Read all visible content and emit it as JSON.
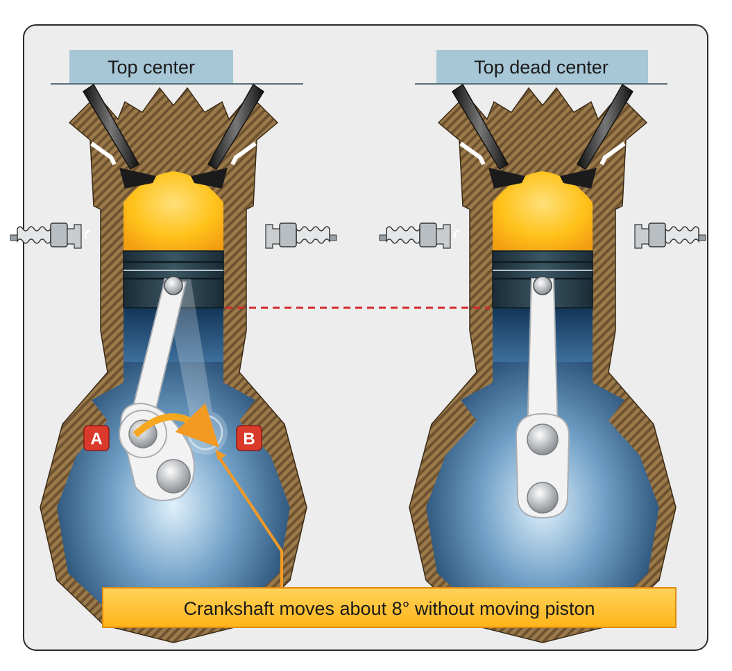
{
  "panels": [
    {
      "title": "Top center"
    },
    {
      "title": "Top dead center"
    }
  ],
  "markers": {
    "a": "A",
    "b": "B"
  },
  "caption": "Crankshaft moves about 8° without moving piston",
  "colors": {
    "panel_bg": "#ededee",
    "panel_border": "#2a2a2a",
    "title_bg": "#a7c6d6",
    "wall": "#8a6a3e",
    "combustion": "#ffc21a",
    "crankcase": "#1f4d7a",
    "piston": "#1e3440",
    "rod": "#f2f2f2",
    "marker": "#d93a2b",
    "tdc_line": "#d42a2a",
    "caption_bg": "#ffbf1f",
    "pointer": "#f39a23"
  }
}
